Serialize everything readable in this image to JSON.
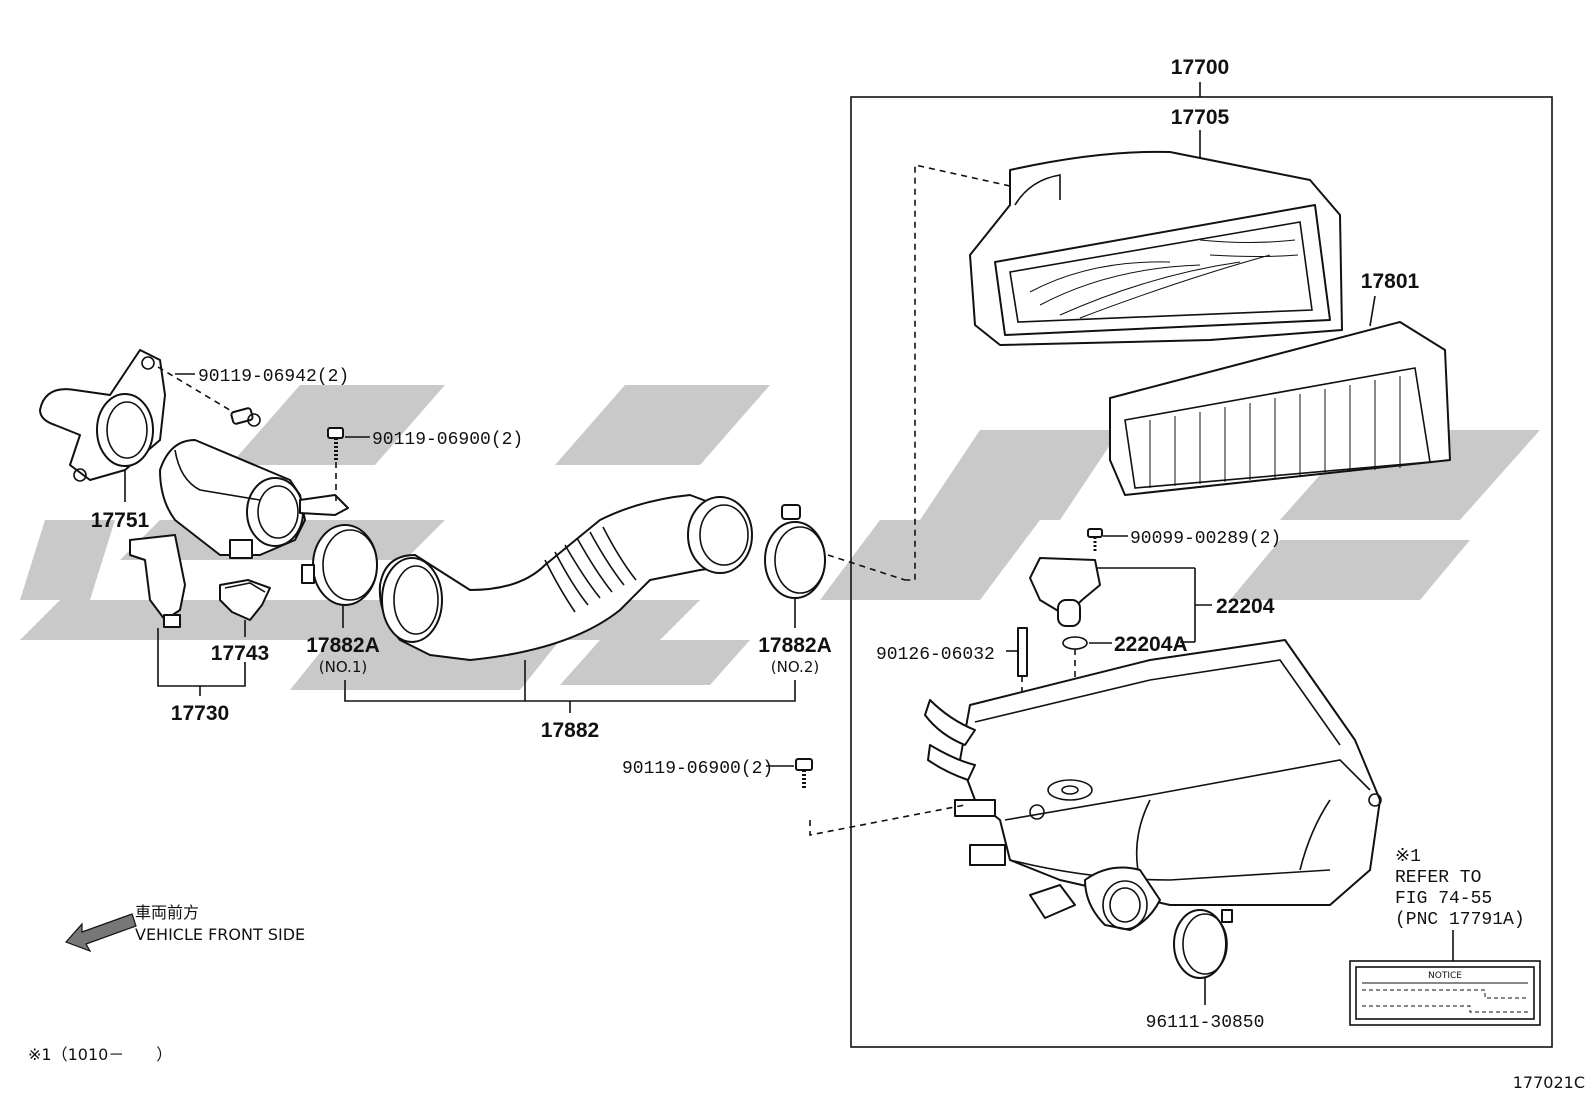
{
  "diagram": {
    "figure_code": "177021C",
    "footnote": "※1（1010－　　）",
    "direction": {
      "jp": "車両前方",
      "en": "VEHICLE FRONT SIDE"
    },
    "notice": {
      "marker": "※1",
      "lines": [
        "REFER TO",
        "FIG 74-55",
        "(PNC 17791A)"
      ],
      "plate_title": "NOTICE"
    },
    "labels": {
      "p17700": "17700",
      "p17705": "17705",
      "p17801": "17801",
      "p17751": "17751",
      "p17743": "17743",
      "p17730": "17730",
      "p17882": "17882",
      "p17882a1": "17882A",
      "p17882a1_sub": "(NO.1)",
      "p17882a2": "17882A",
      "p17882a2_sub": "(NO.2)",
      "p22204": "22204",
      "p22204a": "22204A",
      "p96111": "96111-30850",
      "p90119_06942": "90119-06942(2)",
      "p90119_06900_a": "90119-06900(2)",
      "p90119_06900_b": "90119-06900(2)",
      "p90099": "90099-00289(2)",
      "p90126": "90126-06032"
    },
    "colors": {
      "ink": "#111111",
      "watermark": "#c9c9c9",
      "background": "#ffffff"
    }
  }
}
